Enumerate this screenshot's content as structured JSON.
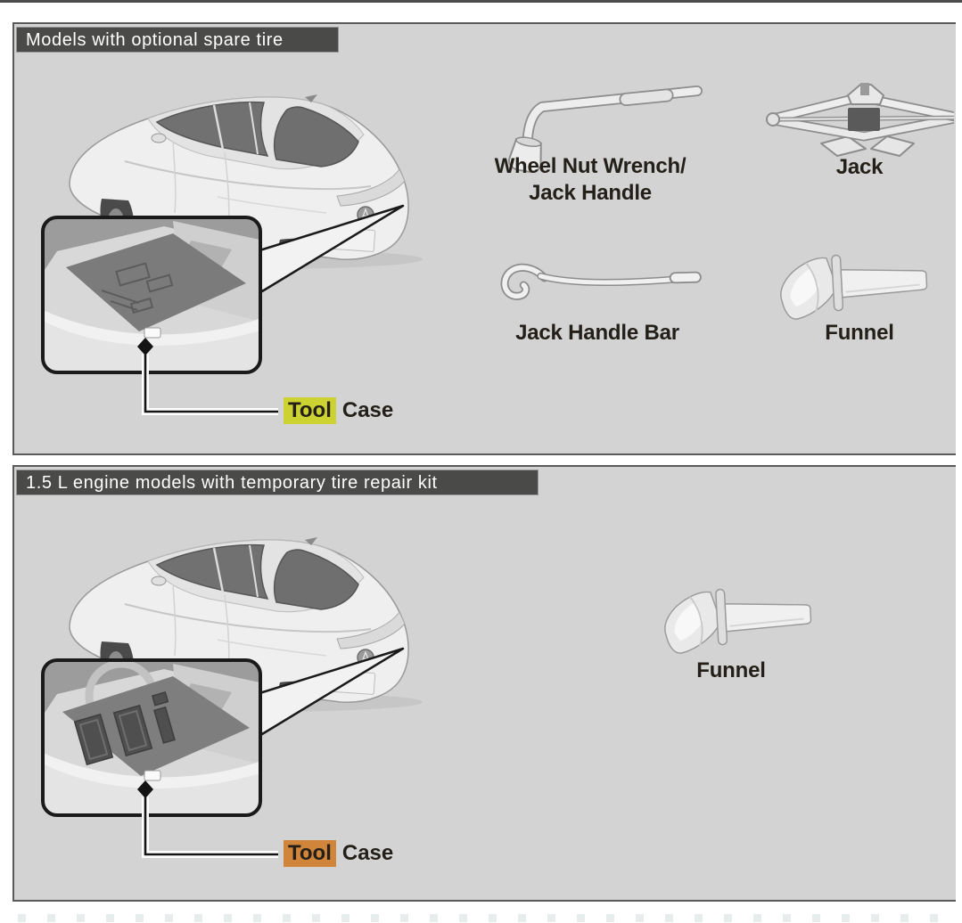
{
  "document": {
    "type": "owner-manual-tool-kit-page",
    "colors": {
      "panel_background": "#d2d3d2",
      "panel_border": "#5a5a5a",
      "header_band_background": "#4a4a48",
      "header_band_text": "#ffffff",
      "label_text": "#242019",
      "tool_case_highlight_spare_tire": "#ccd232",
      "tool_case_highlight_repair_kit": "#d0853a"
    },
    "sections": [
      {
        "header": "Models with optional spare tire",
        "callout": {
          "highlight": "Tool",
          "rest": "Case"
        },
        "tools": [
          {
            "name": "wheel-nut-wrench",
            "label": "Wheel Nut Wrench/\nJack Handle"
          },
          {
            "name": "jack",
            "label": "Jack"
          },
          {
            "name": "jack-handle-bar",
            "label": "Jack Handle Bar"
          },
          {
            "name": "funnel",
            "label": "Funnel"
          }
        ]
      },
      {
        "header": "1.5 L engine models with temporary tire repair kit",
        "callout": {
          "highlight": "Tool",
          "rest": "Case"
        },
        "tools": [
          {
            "name": "funnel",
            "label": "Funnel"
          }
        ]
      }
    ]
  }
}
